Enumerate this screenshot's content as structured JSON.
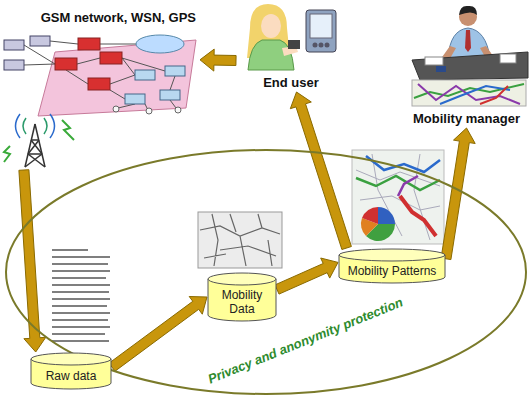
{
  "diagram": {
    "nodes": [
      {
        "text": [
          "GSM network, WSN, GPS"
        ]
      },
      {
        "text": [
          "End user"
        ]
      },
      {
        "text": [
          "Mobility manager"
        ]
      },
      {
        "text": [
          "Privacy and anonymity protection"
        ]
      },
      {
        "text": [
          "Raw data"
        ],
        "in": 3
      },
      {
        "text": [
          "Mobility Data"
        ],
        "in": 3
      },
      {
        "text": [
          "Mobility Patterns"
        ],
        "in": 3
      }
    ],
    "edges": [
      {
        "from": 0,
        "to": 4,
        "arrow": "to"
      },
      {
        "from": 4,
        "to": 5,
        "arrow": "to"
      },
      {
        "from": 5,
        "to": 6,
        "arrow": "to"
      },
      {
        "from": 6,
        "to": 2,
        "arrow": "to"
      },
      {
        "from": 6,
        "to": 1,
        "arrow": "to"
      },
      {
        "from": 1,
        "to": 0,
        "arrow": "to"
      }
    ]
  }
}
